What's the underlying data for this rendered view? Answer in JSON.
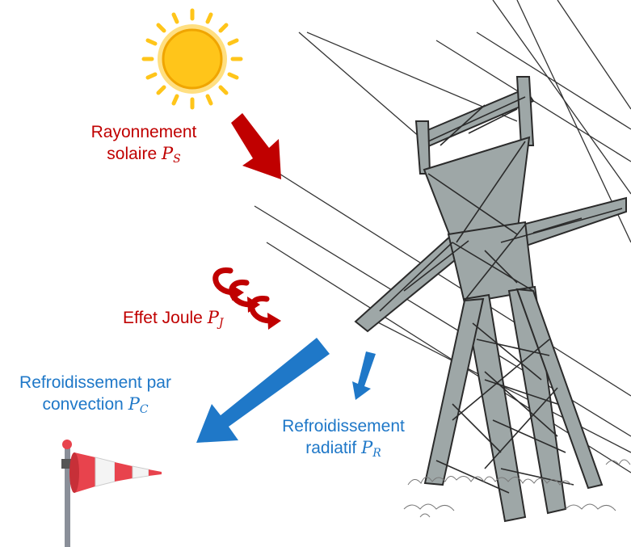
{
  "colors": {
    "sun_fill": "#ffc51a",
    "sun_ray": "#ffc51a",
    "heat_red": "#c00000",
    "cool_blue": "#1f78c8",
    "tower_fill": "#9ea7a7",
    "tower_line": "#2b2b2b",
    "sock_red": "#e8434d",
    "sock_white": "#f4f4f4",
    "pole": "#8a8f99"
  },
  "labels": {
    "solar": {
      "line1": "Rayonnement",
      "line2": "solaire",
      "var": "P",
      "sub": "S"
    },
    "joule": {
      "line1": "Effet Joule",
      "var": "P",
      "sub": "J"
    },
    "convection": {
      "line1": "Refroidissement par",
      "line2": "convection",
      "var": "P",
      "sub": "C"
    },
    "radiative": {
      "line1": "Refroidissement",
      "line2": "radiatif",
      "var": "P",
      "sub": "R"
    }
  },
  "icons": {
    "sun": "sun-icon",
    "tower": "pylon-icon",
    "windsock": "windsock-icon"
  }
}
